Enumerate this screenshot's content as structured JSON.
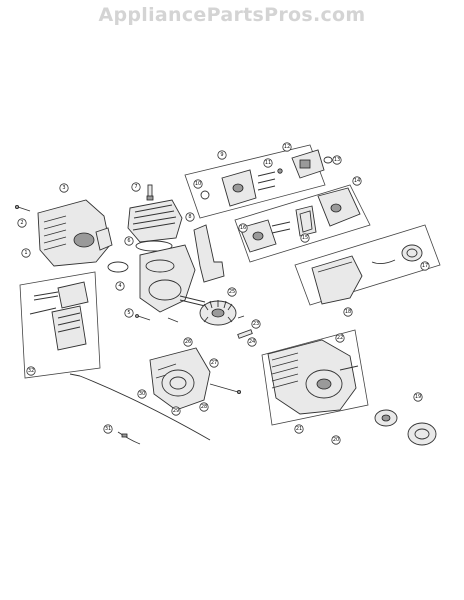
{
  "watermark": "AppliancePartsPros.com",
  "callouts": [
    "1",
    "2",
    "3",
    "4",
    "5",
    "6",
    "7",
    "8",
    "9",
    "10",
    "11",
    "12",
    "13",
    "14",
    "15",
    "16",
    "17",
    "18",
    "19",
    "20",
    "21",
    "22",
    "23",
    "24",
    "25",
    "26",
    "27",
    "28",
    "29",
    "30",
    "31",
    "32"
  ]
}
